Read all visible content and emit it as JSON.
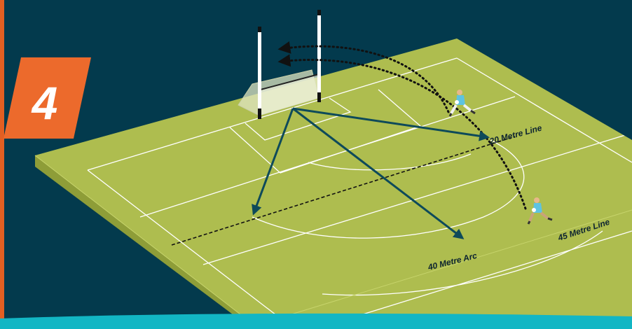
{
  "badge": {
    "number": "4"
  },
  "labels": {
    "twenty_metre_line": "20 Metre Line",
    "forty_five_metre_line": "45 Metre Line",
    "forty_metre_arc": "40 Metre Arc"
  },
  "colors": {
    "background": "#033a4d",
    "pitch": "#aebd4f",
    "pitch_side": "#8e9d38",
    "badge": "#ec6a2c",
    "arrow": "#0e4a5a",
    "teal_strip": "#12b6c4",
    "left_border": "#e25f22"
  },
  "figures": [
    {
      "name": "goalkeeper-player",
      "jersey": "sky-blue"
    },
    {
      "name": "outfield-player",
      "jersey": "sky-blue"
    }
  ]
}
